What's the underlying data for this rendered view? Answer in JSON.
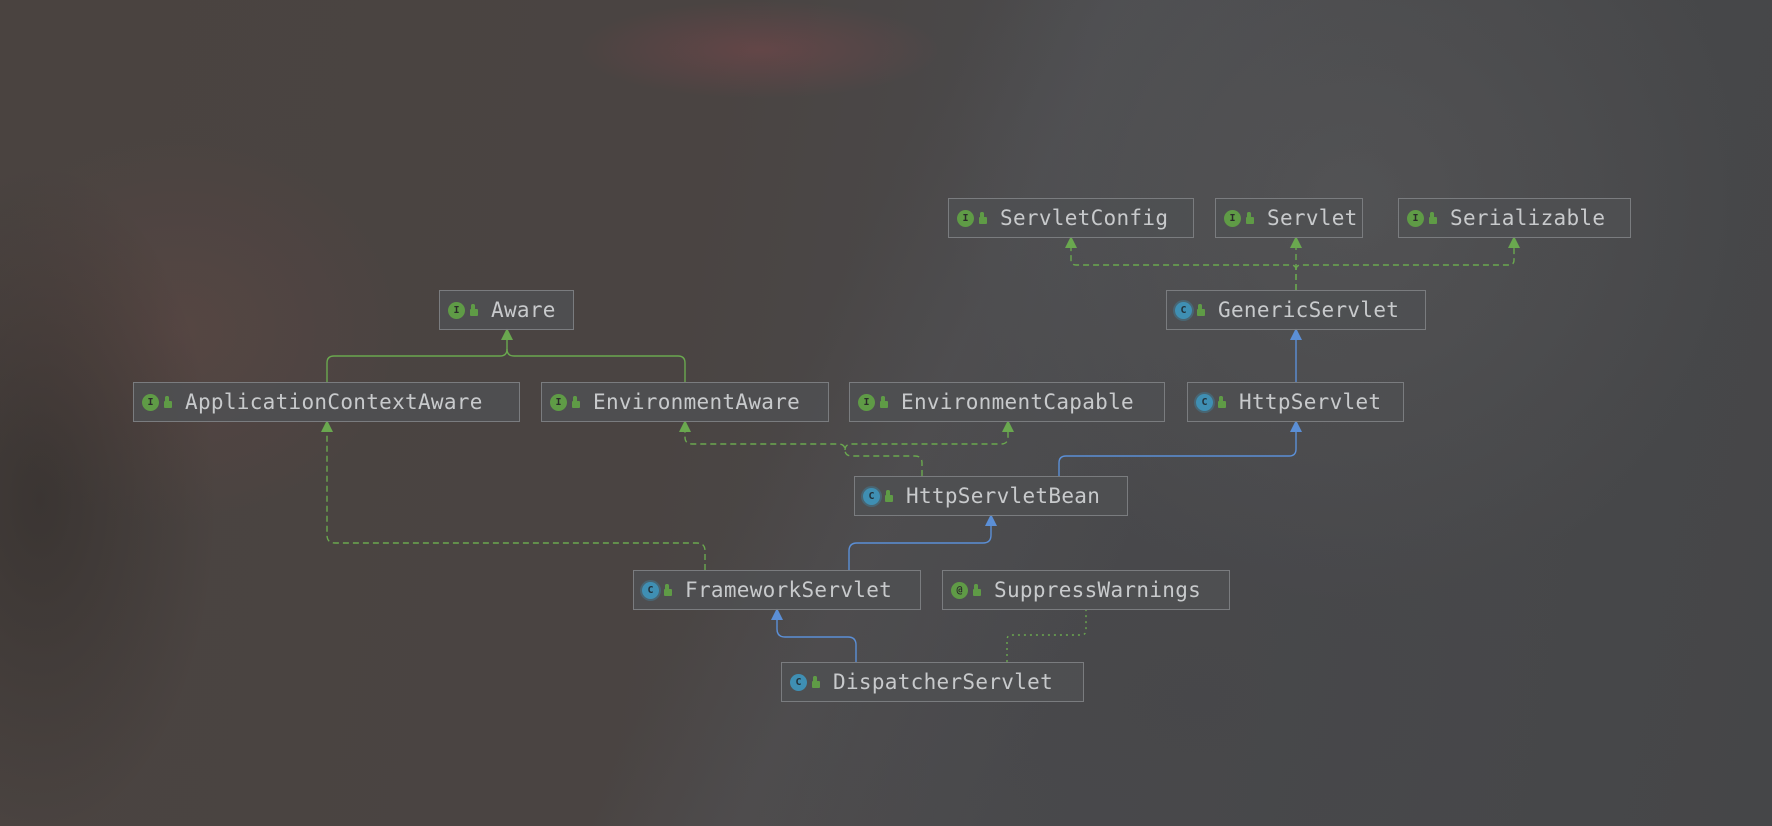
{
  "diagram": {
    "nodes": [
      {
        "id": "ServletConfig",
        "label": "ServletConfig",
        "kind": "interface",
        "badge": "I"
      },
      {
        "id": "Servlet",
        "label": "Servlet",
        "kind": "interface",
        "badge": "I"
      },
      {
        "id": "Serializable",
        "label": "Serializable",
        "kind": "interface",
        "badge": "I"
      },
      {
        "id": "GenericServlet",
        "label": "GenericServlet",
        "kind": "abstract",
        "badge": "C"
      },
      {
        "id": "Aware",
        "label": "Aware",
        "kind": "interface",
        "badge": "I"
      },
      {
        "id": "ApplicationContextAware",
        "label": "ApplicationContextAware",
        "kind": "interface",
        "badge": "I"
      },
      {
        "id": "EnvironmentAware",
        "label": "EnvironmentAware",
        "kind": "interface",
        "badge": "I"
      },
      {
        "id": "EnvironmentCapable",
        "label": "EnvironmentCapable",
        "kind": "interface",
        "badge": "I"
      },
      {
        "id": "HttpServlet",
        "label": "HttpServlet",
        "kind": "abstract",
        "badge": "C"
      },
      {
        "id": "HttpServletBean",
        "label": "HttpServletBean",
        "kind": "abstract",
        "badge": "C"
      },
      {
        "id": "FrameworkServlet",
        "label": "FrameworkServlet",
        "kind": "abstract",
        "badge": "C"
      },
      {
        "id": "SuppressWarnings",
        "label": "SuppressWarnings",
        "kind": "annotation",
        "badge": "@"
      },
      {
        "id": "DispatcherServlet",
        "label": "DispatcherServlet",
        "kind": "class",
        "badge": "C"
      }
    ],
    "edges": [
      {
        "from": "GenericServlet",
        "to": "ServletConfig",
        "type": "implements"
      },
      {
        "from": "GenericServlet",
        "to": "Servlet",
        "type": "implements"
      },
      {
        "from": "GenericServlet",
        "to": "Serializable",
        "type": "implements"
      },
      {
        "from": "HttpServlet",
        "to": "GenericServlet",
        "type": "extends"
      },
      {
        "from": "ApplicationContextAware",
        "to": "Aware",
        "type": "extends-interface"
      },
      {
        "from": "EnvironmentAware",
        "to": "Aware",
        "type": "extends-interface"
      },
      {
        "from": "HttpServletBean",
        "to": "HttpServlet",
        "type": "extends"
      },
      {
        "from": "HttpServletBean",
        "to": "EnvironmentAware",
        "type": "implements"
      },
      {
        "from": "HttpServletBean",
        "to": "EnvironmentCapable",
        "type": "implements"
      },
      {
        "from": "FrameworkServlet",
        "to": "HttpServletBean",
        "type": "extends"
      },
      {
        "from": "FrameworkServlet",
        "to": "ApplicationContextAware",
        "type": "implements"
      },
      {
        "from": "DispatcherServlet",
        "to": "FrameworkServlet",
        "type": "extends"
      },
      {
        "from": "DispatcherServlet",
        "to": "SuppressWarnings",
        "type": "annotated-with"
      }
    ],
    "colors": {
      "extends": "#5b8fd6",
      "implements": "#6aa84f",
      "extends_interface": "#6aa84f",
      "annotation": "#6aa84f",
      "node_text": "#c8cacc",
      "node_border": "#7a7c7f"
    }
  }
}
